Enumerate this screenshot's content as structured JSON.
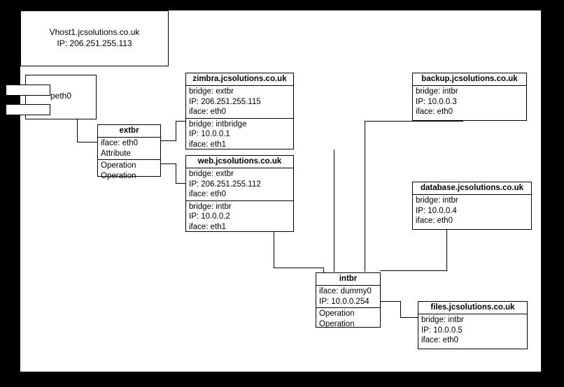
{
  "diagram": {
    "type": "network-deployment-diagram",
    "background_color": "#000000",
    "canvas_color": "#ffffff",
    "line_color": "#000000"
  },
  "host": {
    "name": "Vhost1.jcsolutions.co.uk",
    "ip_line": "IP: 206.251.255.113"
  },
  "interface": {
    "label": "peth0"
  },
  "bridges": [
    {
      "id": "extbr",
      "title": "extbr",
      "attributes": [
        "iface: eth0",
        "Attribute"
      ],
      "operations": [
        "Operation",
        "Operation"
      ]
    },
    {
      "id": "intbr",
      "title": "intbr",
      "attributes": [
        "iface: dummy0",
        "IP: 10.0.0.254"
      ],
      "operations": [
        "Operation",
        "Operation"
      ]
    }
  ],
  "servers": [
    {
      "id": "zimbra",
      "title": "zimbra.jcsolutions.co.uk",
      "compartment1": [
        "bridge: extbr",
        "IP: 206.251.255.115",
        "iface: eth0"
      ],
      "compartment2": [
        "bridge: intbridge",
        "IP: 10.0.0.1",
        "iface: eth1"
      ]
    },
    {
      "id": "web",
      "title": "web.jcsolutions.co.uk",
      "compartment1": [
        "bridge: extbr",
        "IP: 206.251.255.112",
        "iface: eth0"
      ],
      "compartment2": [
        "bridge: intbr",
        "IP: 10.0.0.2",
        "iface: eth1"
      ]
    },
    {
      "id": "backup",
      "title": "backup.jcsolutions.co.uk",
      "compartment1": [
        "bridge: intbr",
        "IP: 10.0.0.3",
        "iface: eth0"
      ],
      "compartment2": []
    },
    {
      "id": "database",
      "title": "database.jcsolutions.co.uk",
      "compartment1": [
        "bridge: intbr",
        "IP: 10.0.0.4",
        "iface: eth0"
      ],
      "compartment2": []
    },
    {
      "id": "files",
      "title": "files.jcsolutions.co.uk",
      "compartment1": [
        "bridge: intbr",
        "IP: 10.0.0.5",
        "iface: eth0"
      ],
      "compartment2": []
    }
  ]
}
